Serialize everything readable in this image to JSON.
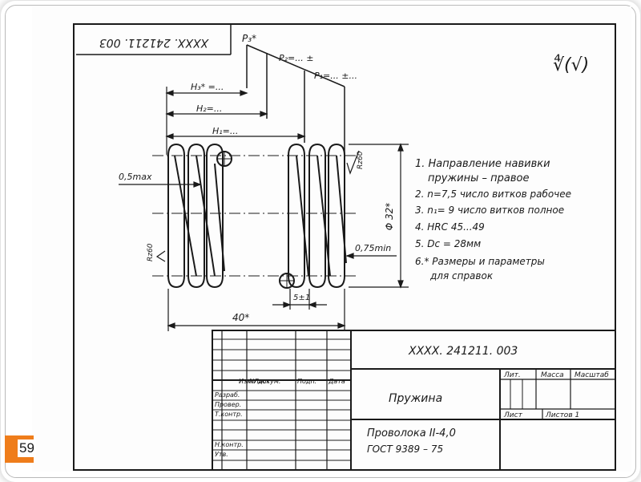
{
  "drawing": {
    "corner_stamp": "XXXX. 241211. 003",
    "roughness_symbol": "∜(√)",
    "force_labels": {
      "p3": "P₃*",
      "p2": "P₂=... ±",
      "p1": "P₁=... ±..."
    },
    "height_labels": {
      "h3": "H₃* =...",
      "h2": "H₂=...",
      "h1": "H₁=..."
    },
    "dim_wall": "0,5max",
    "dim_end_gap": "0,75min",
    "dim_diameter": "Φ 32*",
    "dim_pitch": "5±1",
    "dim_length": "40*",
    "roughness_right": "Rz60",
    "roughness_left": "Rz60"
  },
  "notes": [
    "1. Направление навивки",
    "пружины – правое",
    "2. n=7,5 число витков рабочее",
    "3. n₁= 9 число витков полное",
    "4. HRC 45...49",
    "5. Dc = 28мм",
    "6.* Размеры и параметры",
    "для справок"
  ],
  "title_block": {
    "designation": "XXXX. 241211. 003",
    "part_name": "Пружина",
    "material_line1": "Проволока II-4,0",
    "material_line2": "ГОСТ 9389 – 75",
    "col_headers": [
      "Изм Лист",
      "№ докум.",
      "Подп.",
      "Дата"
    ],
    "row_labels": [
      "Разраб.",
      "Провер.",
      "Т.контр.",
      "",
      "Н.контр.",
      "Утв."
    ],
    "top_right_headers": [
      "Лит.",
      "Масса",
      "Масштаб"
    ],
    "sheet": "Лист",
    "sheets": "Листов 1"
  },
  "page_number": "59"
}
